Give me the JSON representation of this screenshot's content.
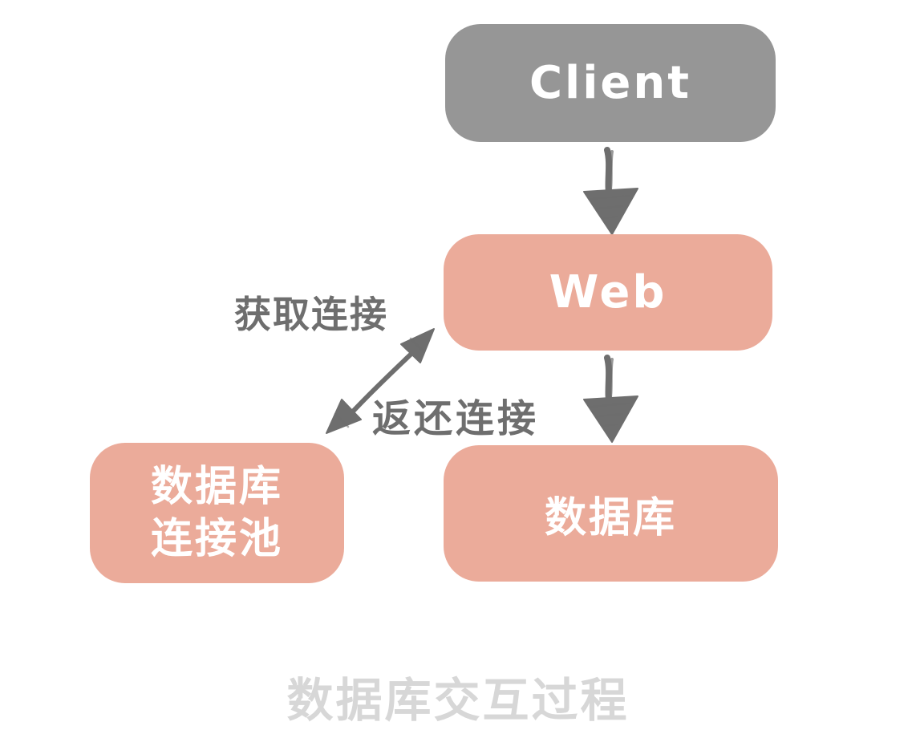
{
  "colors": {
    "background": "#FFFFFF",
    "box_gray": "#969696",
    "box_pink": "#EBAB9A",
    "box_text": "#FFFFFF",
    "arrow_gray": "#6E6E6E",
    "label_gray": "#6E6E6E",
    "caption_gray": "#D7D7D7"
  },
  "diagram": {
    "caption": "数据库交互过程",
    "nodes": {
      "client": {
        "label": "Client"
      },
      "web": {
        "label": "Web"
      },
      "db_pool": {
        "line1": "数据库",
        "line2": "连接池"
      },
      "database": {
        "label": "数据库"
      }
    },
    "edges": {
      "acquire_connection_label": "获取连接",
      "return_connection_label": "返还连接"
    }
  }
}
